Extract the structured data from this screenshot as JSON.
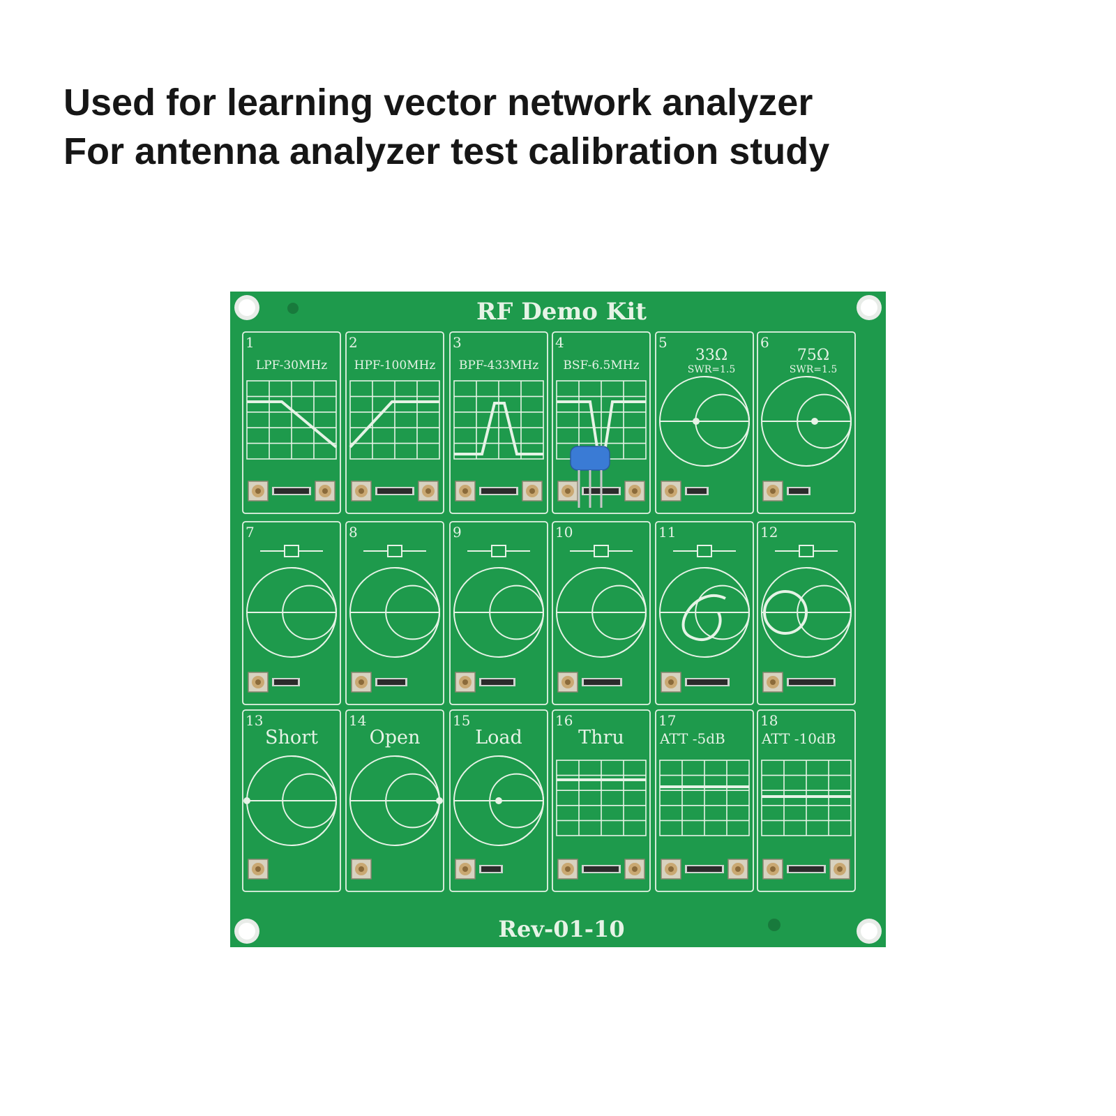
{
  "caption": {
    "line1": "Used for learning vector network analyzer",
    "line2": "For antenna analyzer test calibration study"
  },
  "board": {
    "title": "RF Demo Kit",
    "revision": "Rev-01-10",
    "colors": {
      "pcb": "#1e9a4c",
      "silkscreen": "#e6f3e6",
      "pad": "#c9a872",
      "component": "#3a7bd5"
    },
    "modules": [
      {
        "num": "1",
        "label": "LPF-30MHz",
        "sublabel": "",
        "graphic": "lowpass-response"
      },
      {
        "num": "2",
        "label": "HPF-100MHz",
        "sublabel": "",
        "graphic": "highpass-response"
      },
      {
        "num": "3",
        "label": "BPF-433MHz",
        "sublabel": "",
        "graphic": "bandpass-response"
      },
      {
        "num": "4",
        "label": "BSF-6.5MHz",
        "sublabel": "",
        "graphic": "bandstop-response"
      },
      {
        "num": "5",
        "label": "33Ω",
        "sublabel": "SWR=1.5",
        "graphic": "smith-chart"
      },
      {
        "num": "6",
        "label": "75Ω",
        "sublabel": "SWR=1.5",
        "graphic": "smith-chart"
      },
      {
        "num": "7",
        "label": "",
        "sublabel": "",
        "graphic": "smith-chart"
      },
      {
        "num": "8",
        "label": "",
        "sublabel": "",
        "graphic": "smith-chart"
      },
      {
        "num": "9",
        "label": "",
        "sublabel": "",
        "graphic": "smith-chart"
      },
      {
        "num": "10",
        "label": "",
        "sublabel": "",
        "graphic": "smith-chart"
      },
      {
        "num": "11",
        "label": "",
        "sublabel": "",
        "graphic": "smith-chart"
      },
      {
        "num": "12",
        "label": "",
        "sublabel": "",
        "graphic": "smith-chart"
      },
      {
        "num": "13",
        "label": "Short",
        "sublabel": "",
        "graphic": "smith-chart"
      },
      {
        "num": "14",
        "label": "Open",
        "sublabel": "",
        "graphic": "smith-chart"
      },
      {
        "num": "15",
        "label": "Load",
        "sublabel": "",
        "graphic": "smith-chart"
      },
      {
        "num": "16",
        "label": "Thru",
        "sublabel": "",
        "graphic": "flat-response"
      },
      {
        "num": "17",
        "label": "ATT  -5dB",
        "sublabel": "",
        "graphic": "flat-response"
      },
      {
        "num": "18",
        "label": "ATT  -10dB",
        "sublabel": "",
        "graphic": "flat-response"
      }
    ]
  }
}
